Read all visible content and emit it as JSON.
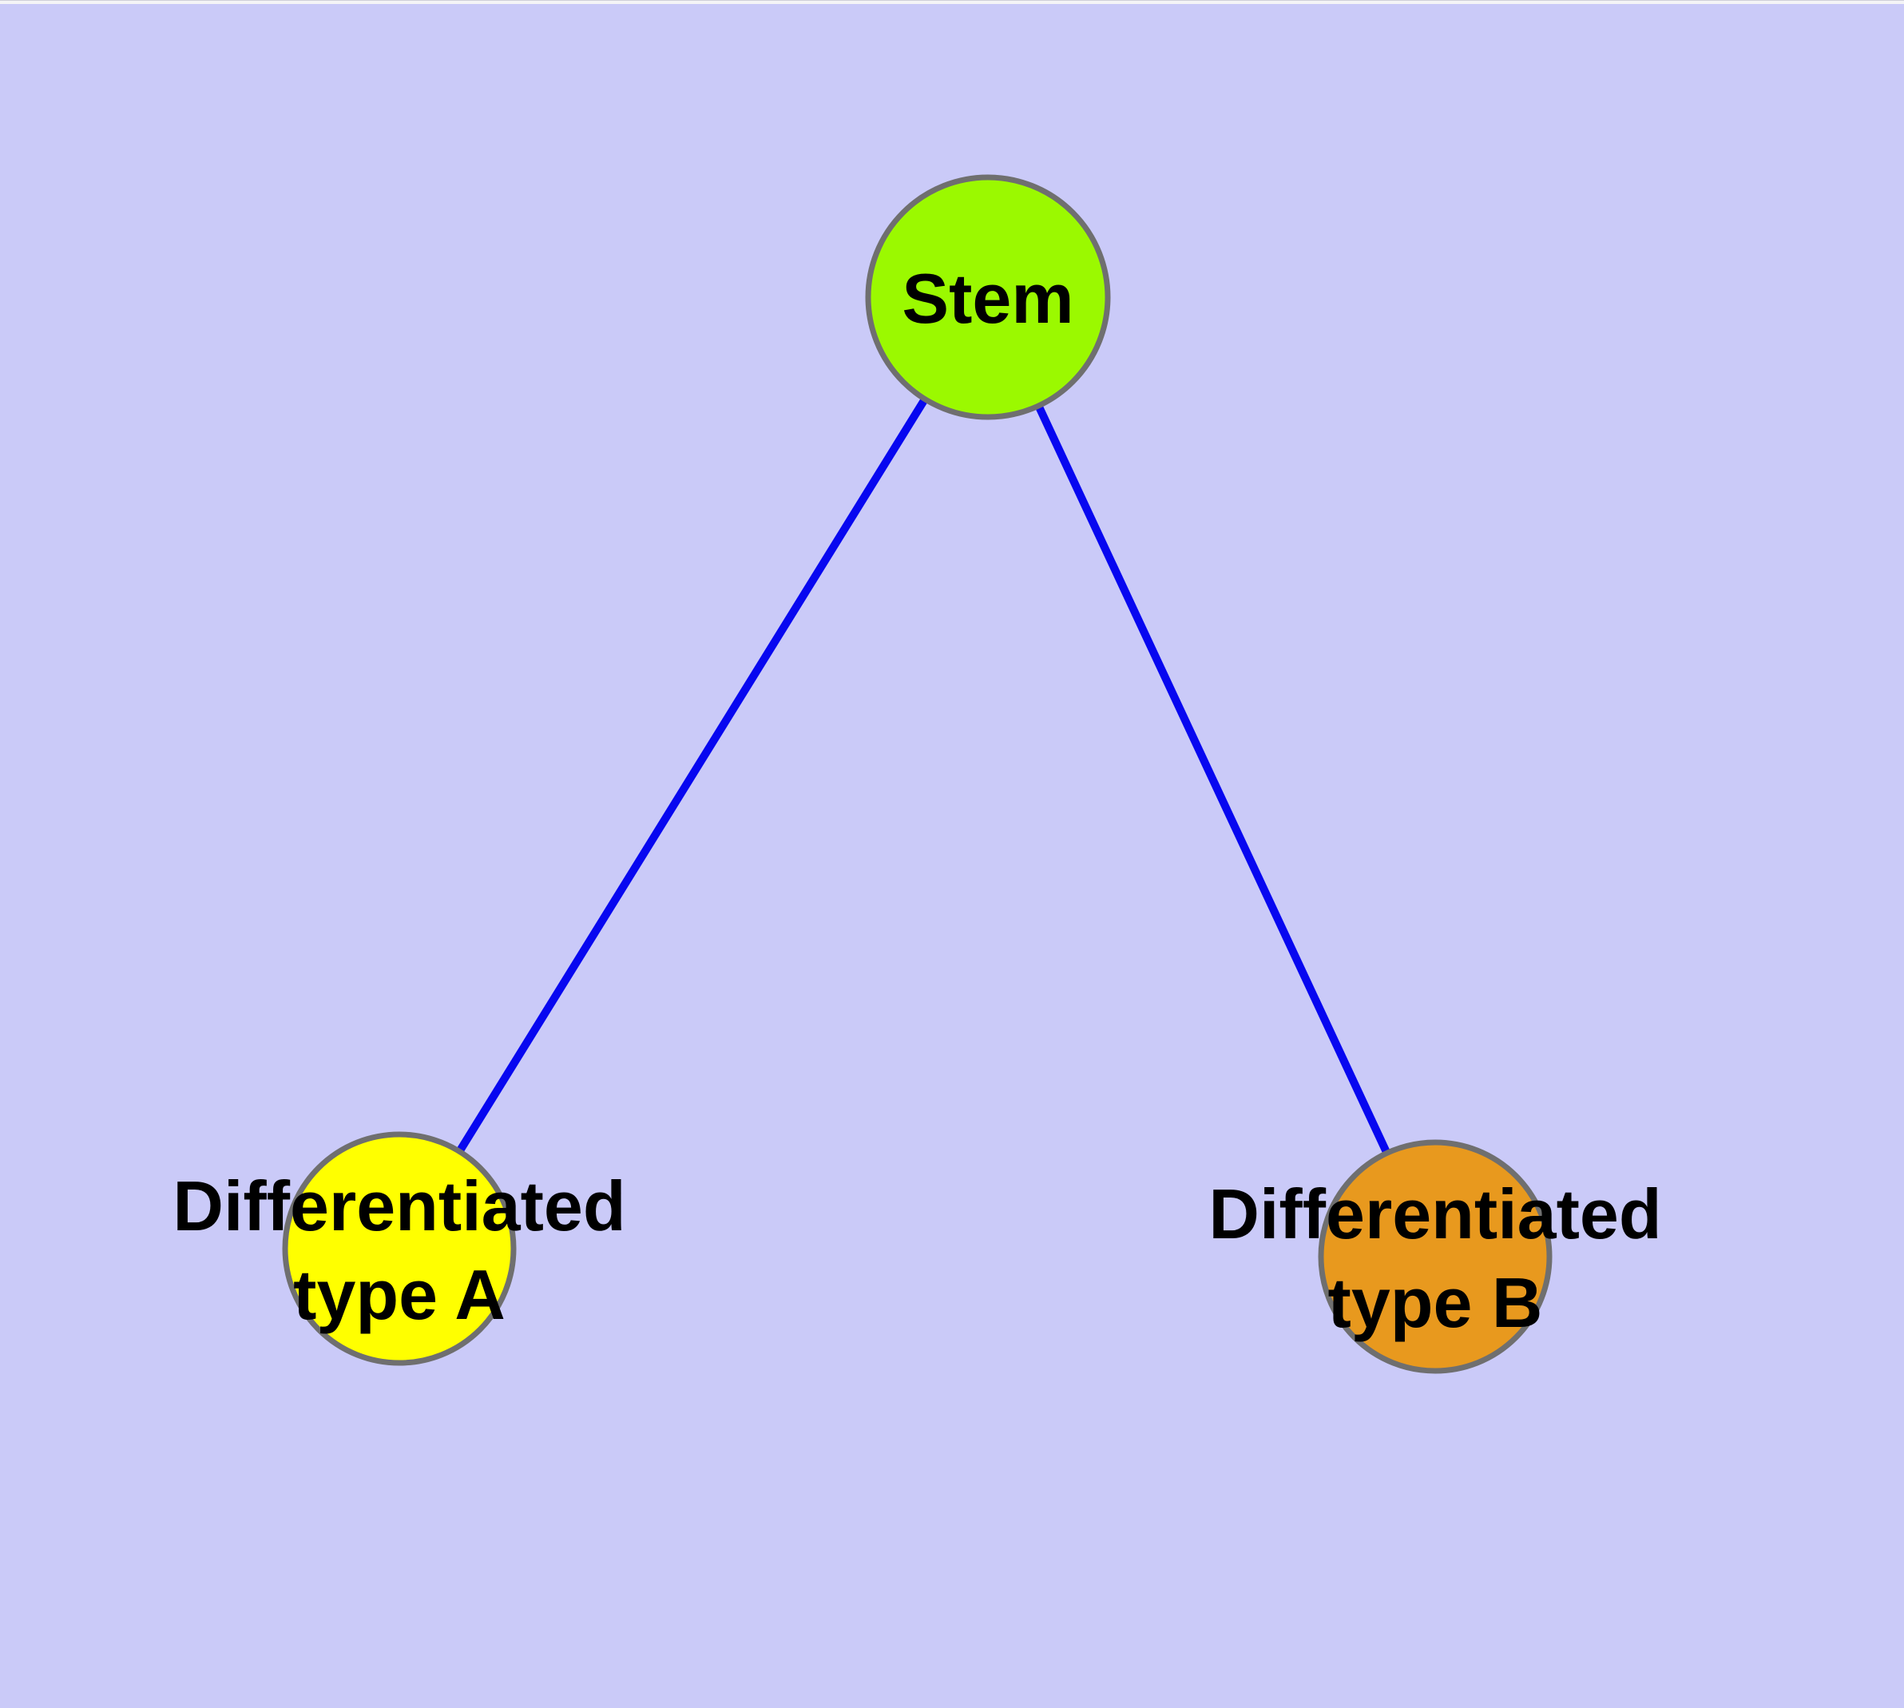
{
  "diagram": {
    "type": "node-link-graph",
    "background_color": "#cacaf8",
    "edge_color": "#0707f0",
    "node_border_color": "#6f6f6f",
    "nodes": [
      {
        "id": "stem",
        "label": "Stem",
        "label_lines": [
          "Stem"
        ],
        "fill": "#9bf900"
      },
      {
        "id": "differentiated-type-a",
        "label": "Differentiated type A",
        "label_lines": [
          "Differentiated",
          "type A"
        ],
        "fill": "#ffff00"
      },
      {
        "id": "differentiated-type-b",
        "label": "Differentiated type B",
        "label_lines": [
          "Differentiated",
          "type B"
        ],
        "fill": "#e8991e"
      }
    ],
    "edges": [
      {
        "from": "Stem",
        "to": "Differentiated type A"
      },
      {
        "from": "Stem",
        "to": "Differentiated type B"
      }
    ]
  }
}
